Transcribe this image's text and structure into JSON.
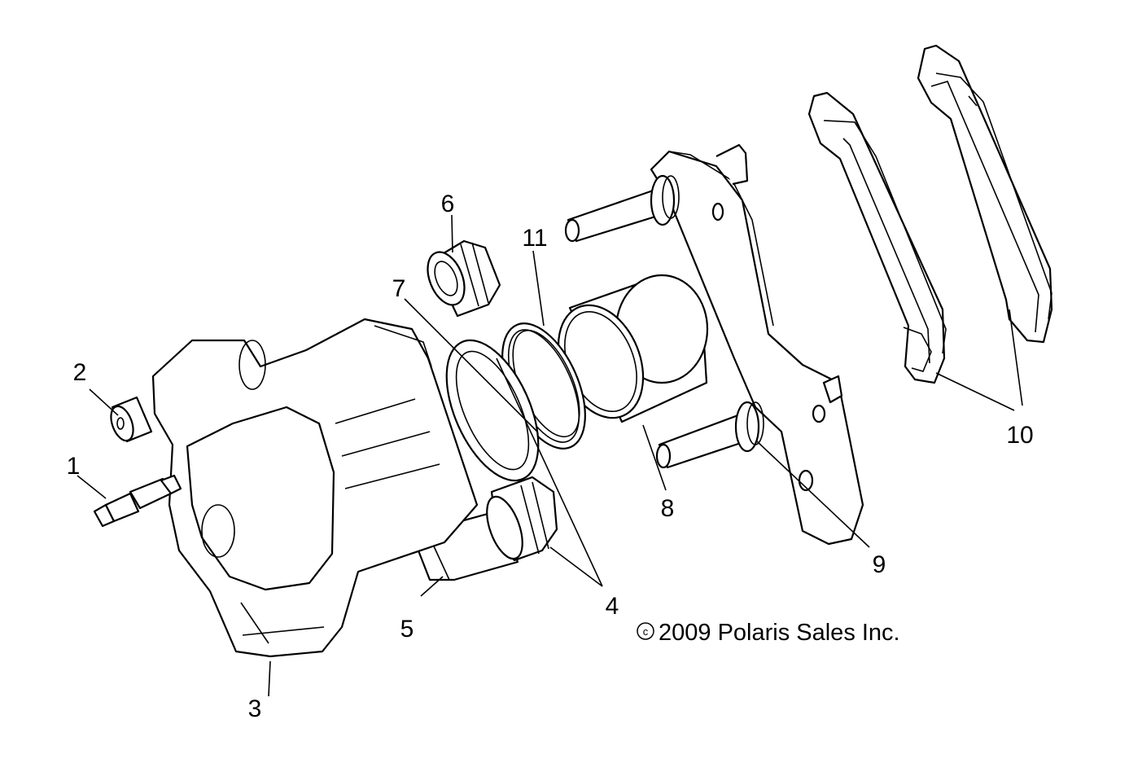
{
  "copyright": "2009 Polaris Sales Inc.",
  "copyright_symbol": "c",
  "callouts": {
    "c1": "1",
    "c2": "2",
    "c3": "3",
    "c4": "4",
    "c5": "5",
    "c6": "6",
    "c7": "7",
    "c8": "8",
    "c9": "9",
    "c10": "10",
    "c11": "11"
  }
}
